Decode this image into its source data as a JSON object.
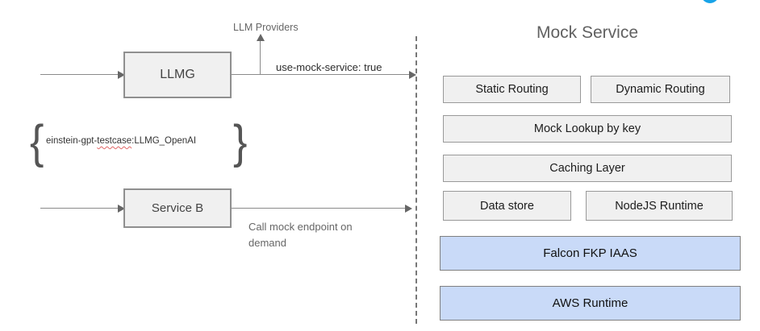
{
  "diagram": {
    "collaborator_dot_color": "#18a3e8",
    "left": {
      "llmg_label": "LLMG",
      "service_b_label": "Service B",
      "llm_providers_label": "LLM Providers",
      "use_mock_service_label": "use-mock-service: true",
      "call_mock_endpoint_label": "Call mock endpoint on demand",
      "brace_open": "{",
      "brace_close": "}",
      "mapping_prefix": "einstein-gpt-",
      "mapping_misspelled": "testcase",
      "mapping_suffix": ":LLMG_OpenAI"
    },
    "mock_service": {
      "title": "Mock Service",
      "components": [
        {
          "label": "Static Routing",
          "type": "gray"
        },
        {
          "label": "Dynamic Routing",
          "type": "gray"
        },
        {
          "label": "Mock Lookup by key",
          "type": "gray"
        },
        {
          "label": "Caching Layer",
          "type": "gray"
        },
        {
          "label": "Data store",
          "type": "gray"
        },
        {
          "label": "NodeJS Runtime",
          "type": "gray"
        },
        {
          "label": "Falcon FKP IAAS",
          "type": "blue"
        },
        {
          "label": "AWS Runtime",
          "type": "blue"
        }
      ]
    },
    "colors": {
      "gray_box_fill": "#f0f0f0",
      "gray_box_border": "#999999",
      "blue_box_fill": "#c9daf8",
      "blue_box_border": "#808080",
      "line": "#8a8a8a",
      "squiggle": "#e06666"
    }
  }
}
